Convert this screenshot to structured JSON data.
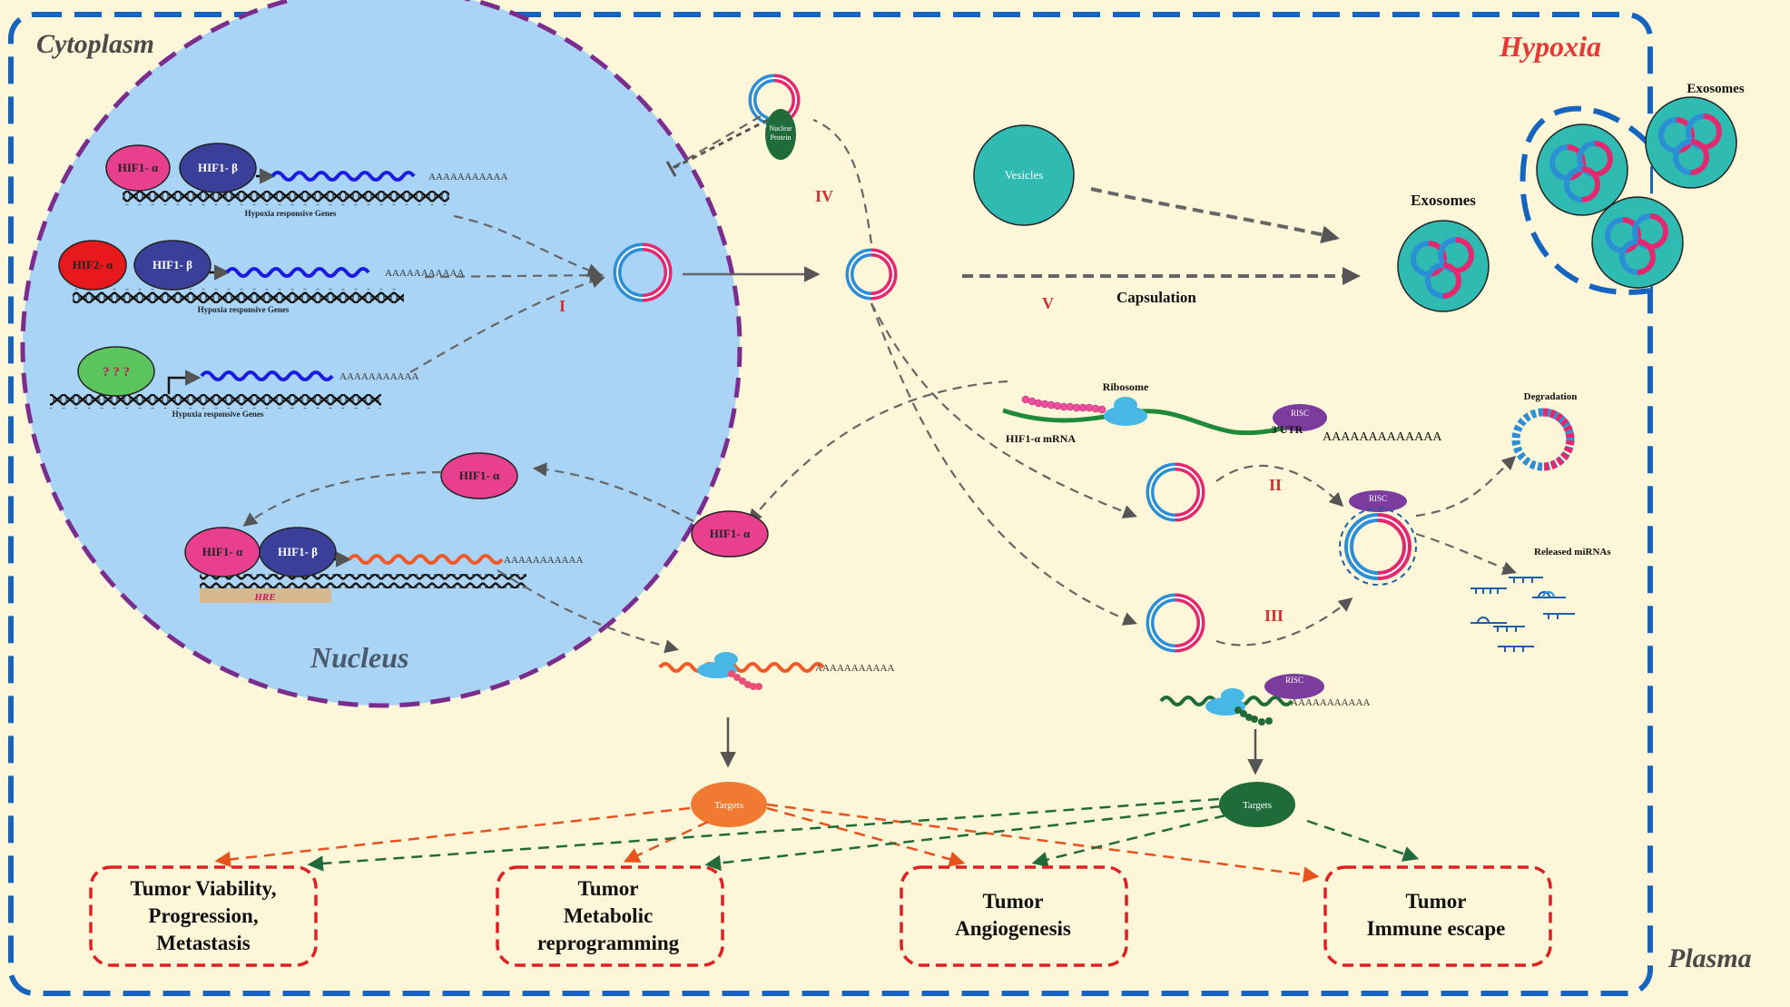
{
  "regions": {
    "cytoplasm": "Cytoplasm",
    "hypoxia": "Hypoxia",
    "nucleus": "Nucleus",
    "plasma": "Plasma"
  },
  "genes": {
    "hif1a": "HIF1- α",
    "hif1b": "HIF1- β",
    "hif2a": "HIF2- α",
    "unknown": "? ? ?",
    "hypoxia_genes": "Hypoxia responsive Genes",
    "hre": "HRE",
    "polyA_short": "AAAAAAAAAAA"
  },
  "steps": {
    "i": "I",
    "ii": "II",
    "iii": "III",
    "iv": "IV",
    "v": "V"
  },
  "labels": {
    "nuclear_protein": "Nuclear Protein",
    "vesicles": "Vesicles",
    "exosomes_top": "Exosomes",
    "exosomes_mid": "Exosomes",
    "capsulation": "Capsulation",
    "ribosome": "Ribosome",
    "hif1a_mrna": "HIF1-α mRNA",
    "utr": "3'UTR",
    "polyA": "AAAAAAAAAAAAA",
    "risc": "RISC",
    "degradation": "Degradation",
    "released_mirnas": "Released miRNAs",
    "targets": "Targets"
  },
  "outcomes": {
    "box1": [
      "Tumor Viability,",
      "Progression,",
      "Metastasis"
    ],
    "box2": [
      "Tumor",
      "Metabolic",
      "reprogramming"
    ],
    "box3": [
      "Tumor",
      "Angiogenesis"
    ],
    "box4": [
      "Tumor",
      "Immune escape"
    ]
  },
  "colors": {
    "background": "#fdf6d8",
    "cell_border": "#1565c0",
    "nucleus_fill": "#a9d4f5",
    "nucleus_border": "#7b2d8e",
    "hypoxia_text": "#e53935",
    "step_text": "#d32f2f",
    "circrna_blue": "#2c8fd6",
    "circrna_pink": "#e4286f",
    "hif1a": "#e8408f",
    "hif1b": "#3a3f9a",
    "hif2a": "#e8191c",
    "unknown_factor": "#5cc45c",
    "targets_orange": "#f07a32",
    "targets_green": "#1f6b3a",
    "outcome_border": "#e02020"
  }
}
